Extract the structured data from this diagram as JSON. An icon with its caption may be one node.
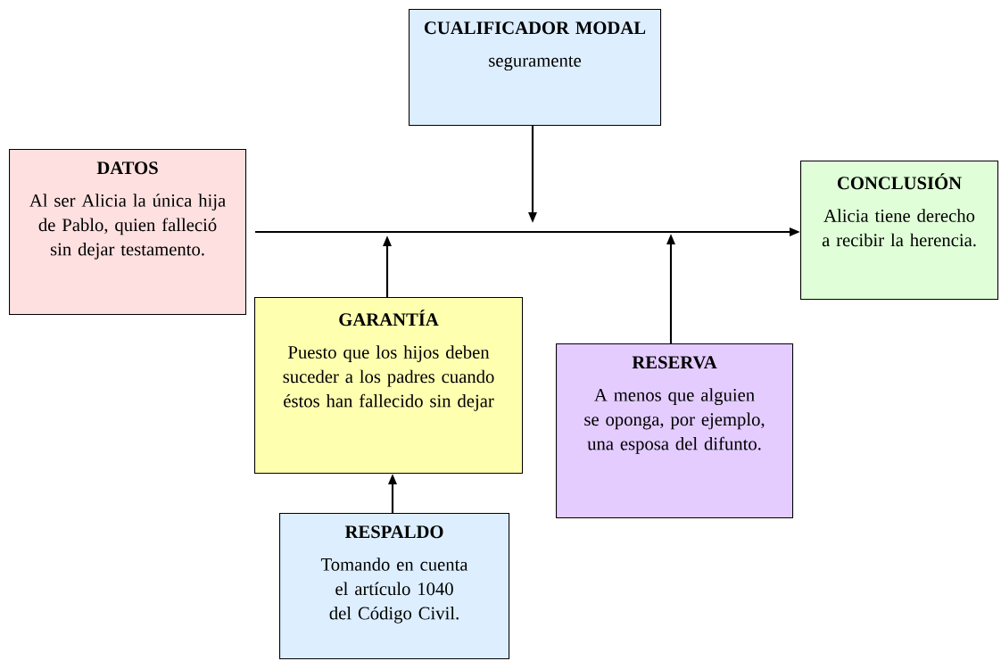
{
  "diagram": {
    "nodes": [
      {
        "text": [
          "CUALIFICADOR MODAL",
          "seguramente"
        ]
      },
      {
        "text": [
          "DATOS",
          "Al ser Alicia la única hija de Pablo, quien falleció sin dejar testamento."
        ]
      },
      {
        "text": [
          "CONCLUSIÓN",
          "Alicia tiene derecho a recibir la herencia."
        ]
      },
      {
        "text": [
          "GARANTÍA",
          "Puesto que los hijos deben suceder a los padres cuando éstos han fallecido sin dejar"
        ]
      },
      {
        "text": [
          "RESERVA",
          "A menos que alguien se oponga, por ejemplo, una esposa del difunto."
        ]
      },
      {
        "text": [
          "RESPALDO",
          "Tomando en cuenta el artículo 1040 del Código Civil."
        ]
      }
    ],
    "edges": [
      {
        "from": 1,
        "to": 2,
        "arrow": "to"
      },
      {
        "from": 0,
        "to": null,
        "arrow": "to"
      },
      {
        "from": 3,
        "to": null,
        "arrow": "to"
      },
      {
        "from": 4,
        "to": null,
        "arrow": "to"
      },
      {
        "from": 5,
        "to": 3,
        "arrow": "to"
      }
    ]
  }
}
